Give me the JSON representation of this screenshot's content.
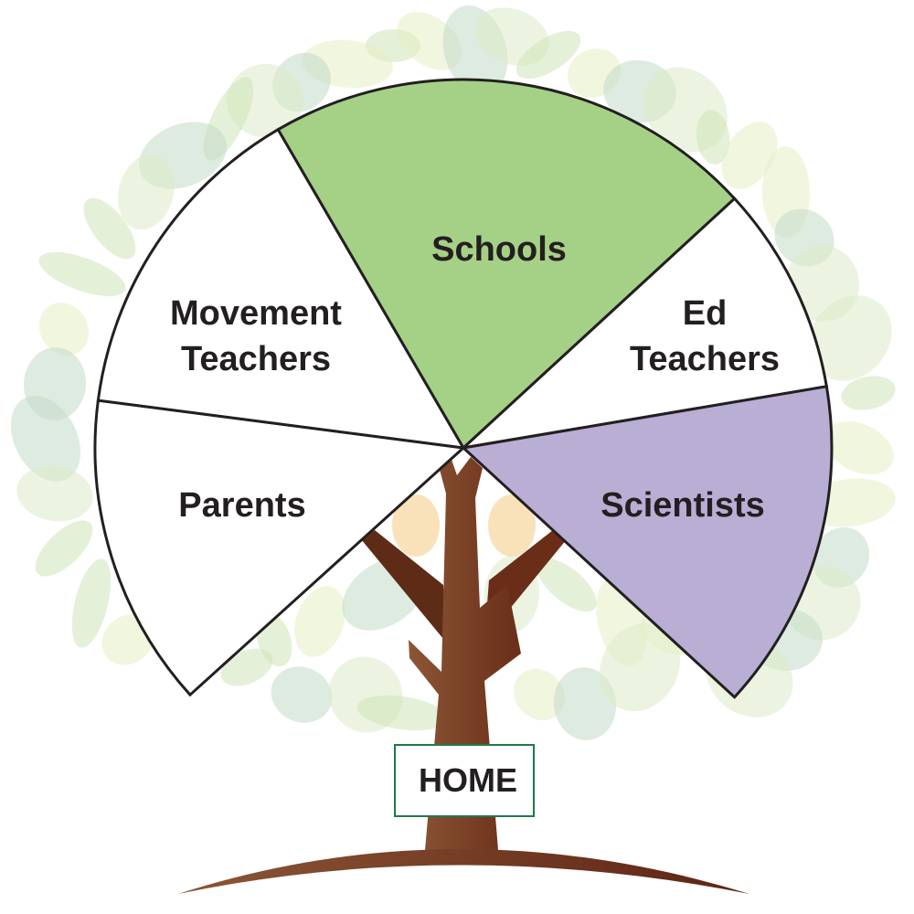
{
  "segments": [
    {
      "id": "parents",
      "lines": [
        "Parents"
      ],
      "color": "#ffffff"
    },
    {
      "id": "movement-teachers",
      "lines": [
        "Movement",
        "Teachers"
      ],
      "color": "#ffffff"
    },
    {
      "id": "schools",
      "lines": [
        "Schools"
      ],
      "color": "#a5d186"
    },
    {
      "id": "ed-teachers",
      "lines": [
        "Ed",
        "Teachers"
      ],
      "color": "#ffffff"
    },
    {
      "id": "scientists",
      "lines": [
        "Scientists"
      ],
      "color": "#b9aed4"
    }
  ],
  "home": {
    "label": "HOME",
    "border_color": "#1e7a4a"
  },
  "colors": {
    "trunk_light": "#8c5636",
    "trunk_dark": "#5e2c16",
    "leaf": "#cfe3b8"
  }
}
